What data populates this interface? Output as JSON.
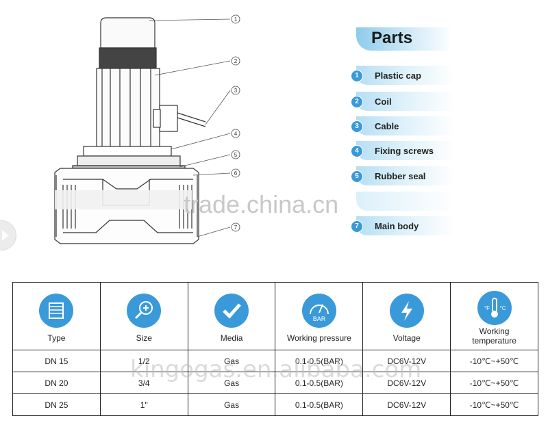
{
  "watermarks": {
    "trade": "trade.china.cn",
    "kingo": "kingogas.en.alibaba.com"
  },
  "callout_numbers": [
    "1",
    "2",
    "3",
    "4",
    "5",
    "6",
    "7"
  ],
  "parts": {
    "title": "Parts",
    "items": [
      {
        "num": "1",
        "label": "Plastic cap"
      },
      {
        "num": "2",
        "label": "Coil"
      },
      {
        "num": "3",
        "label": "Cable"
      },
      {
        "num": "4",
        "label": "Fixing screws"
      },
      {
        "num": "5",
        "label": "Rubber seal"
      },
      {
        "num": "7",
        "label": "Main body"
      }
    ]
  },
  "specs": {
    "headers": [
      {
        "label": "Type",
        "icon": "list-icon"
      },
      {
        "label": "Size",
        "icon": "magnifier-plus-icon"
      },
      {
        "label": "Media",
        "icon": "check-icon"
      },
      {
        "label": "Working pressure",
        "icon": "bar-gauge-icon",
        "icon_text": "BAR"
      },
      {
        "label": "Voltage",
        "icon": "lightning-icon"
      },
      {
        "label": "Working temperature",
        "icon": "thermometer-icon",
        "icon_text_f": "°F",
        "icon_text_c": "°C"
      }
    ],
    "rows": [
      [
        "DN 15",
        "1/2",
        "Gas",
        "0.1-0.5(BAR)",
        "DC6V-12V",
        "-10℃~+50℃"
      ],
      [
        "DN 20",
        "3/4",
        "Gas",
        "0.1-0.5(BAR)",
        "DC6V-12V",
        "-10℃~+50℃"
      ],
      [
        "DN 25",
        "1\"",
        "Gas",
        "0.1-0.5(BAR)",
        "DC6V-12V",
        "-10℃~+50℃"
      ]
    ]
  },
  "colors": {
    "accent_blue": "#3a9ad9",
    "light_blue": "#b6def3"
  }
}
